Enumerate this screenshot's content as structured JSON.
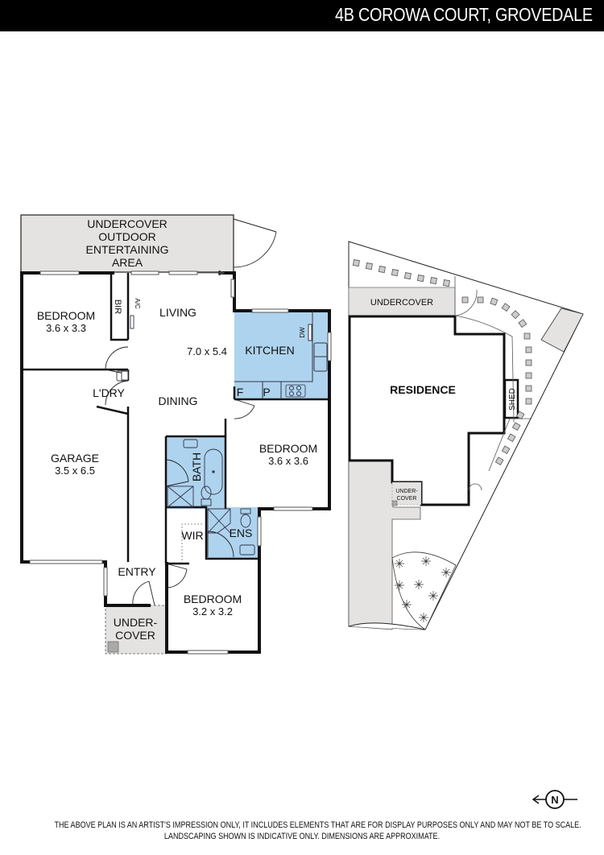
{
  "header": {
    "title": "4B COROWA COURT, GROVEDALE"
  },
  "floorplan": {
    "rooms": {
      "outdoor": {
        "line1": "UNDERCOVER",
        "line2": "OUTDOOR",
        "line3": "ENTERTAINING",
        "line4": "AREA"
      },
      "bedroom1": {
        "name": "BEDROOM",
        "dims": "3.6 x 3.3"
      },
      "bir": {
        "name": "BIR"
      },
      "ac": {
        "name": "A/C"
      },
      "living": {
        "name": "LIVING",
        "dims": "7.0 x 5.4"
      },
      "kitchen": {
        "name": "KITCHEN"
      },
      "dw": {
        "name": "DW"
      },
      "fridge": {
        "name": "F"
      },
      "pantry": {
        "name": "P"
      },
      "laundry": {
        "name": "L'DRY"
      },
      "dining": {
        "name": "DINING"
      },
      "garage": {
        "name": "GARAGE",
        "dims": "3.5 x 6.5"
      },
      "bath": {
        "name": "BATH"
      },
      "bedroom2": {
        "name": "BEDROOM",
        "dims": "3.6 x 3.6"
      },
      "wir": {
        "name": "WIR"
      },
      "ens": {
        "name": "ENS"
      },
      "entry": {
        "name": "ENTRY"
      },
      "bedroom3": {
        "name": "BEDROOM",
        "dims": "3.2 x 3.2"
      },
      "undercover_front": {
        "line1": "UNDER-",
        "line2": "COVER"
      }
    },
    "colors": {
      "wet_area": "#aed3ee",
      "covered": "#e4e3e1",
      "wall": "#111111"
    }
  },
  "siteplan": {
    "undercover": "UNDERCOVER",
    "residence": "RESIDENCE",
    "shed": "SHED",
    "undercover_small_line1": "UNDER-",
    "undercover_small_line2": "COVER"
  },
  "compass": {
    "label": "N"
  },
  "disclaimer": {
    "line1": "THE ABOVE PLAN IS AN ARTIST'S IMPRESSION ONLY, IT INCLUDES ELEMENTS THAT ARE FOR DISPLAY PURPOSES ONLY AND MAY NOT BE TO SCALE.",
    "line2": "LANDSCAPING SHOWN IS INDICATIVE ONLY. DIMENSIONS ARE APPROXIMATE."
  }
}
